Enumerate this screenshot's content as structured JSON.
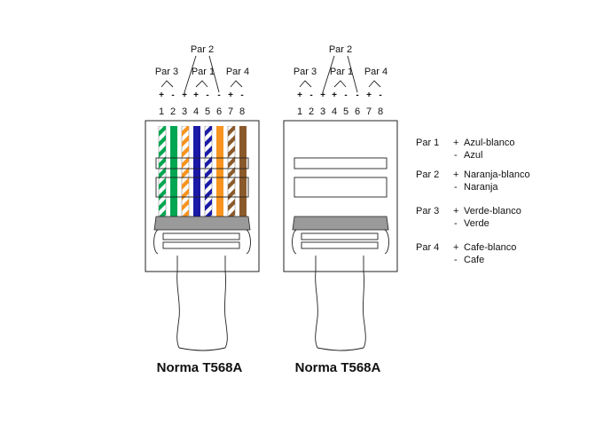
{
  "colors": {
    "green": "#00a651",
    "orange": "#f7931e",
    "blue": "#1a1aa6",
    "brown": "#8b5a2b",
    "white": "#ffffff",
    "outline": "#222222",
    "clip": "#9a9a9a"
  },
  "connectors": [
    {
      "caption": "Norma T568A",
      "pairs": {
        "par3": "Par 3",
        "par2": "Par 2",
        "par1": "Par 1",
        "par4": "Par 4"
      },
      "signs": [
        "+",
        "-",
        "+",
        "+",
        "-",
        "-",
        "+",
        "-"
      ],
      "pins": [
        "1",
        "2",
        "3",
        "4",
        "5",
        "6",
        "7",
        "8"
      ],
      "wires": [
        {
          "color": "green",
          "striped": true
        },
        {
          "color": "green",
          "striped": false
        },
        {
          "color": "orange",
          "striped": true
        },
        {
          "color": "blue",
          "striped": false
        },
        {
          "color": "blue",
          "striped": true
        },
        {
          "color": "orange",
          "striped": false
        },
        {
          "color": "brown",
          "striped": true
        },
        {
          "color": "brown",
          "striped": false
        }
      ]
    },
    {
      "caption": "Norma T568A",
      "pairs": {
        "par3": "Par 3",
        "par2": "Par 2",
        "par1": "Par 1",
        "par4": "Par 4"
      },
      "signs": [
        "+",
        "-",
        "+",
        "+",
        "-",
        "-",
        "+",
        "-"
      ],
      "pins": [
        "1",
        "2",
        "3",
        "4",
        "5",
        "6",
        "7",
        "8"
      ],
      "wires": [
        {
          "color": "green",
          "striped": true
        },
        {
          "color": "green",
          "striped": false
        },
        {
          "color": "orange",
          "striped": true
        },
        {
          "color": "blue",
          "striped": false
        },
        {
          "color": "blue",
          "striped": true
        },
        {
          "color": "orange",
          "striped": false
        },
        {
          "color": "brown",
          "striped": true
        },
        {
          "color": "brown",
          "striped": false
        }
      ]
    }
  ],
  "legend": [
    {
      "pair": "Par 1",
      "plus_sign": "+",
      "plus": "Azul-blanco",
      "minus_sign": "-",
      "minus": "Azul"
    },
    {
      "pair": "Par 2",
      "plus_sign": "+",
      "plus": "Naranja-blanco",
      "minus_sign": "-",
      "minus": "Naranja"
    },
    {
      "pair": "Par 3",
      "plus_sign": "+",
      "plus": "Verde-blanco",
      "minus_sign": "-",
      "minus": "Verde"
    },
    {
      "pair": "Par 4",
      "plus_sign": "+",
      "plus": "Cafe-blanco",
      "minus_sign": "-",
      "minus": "Cafe"
    }
  ]
}
